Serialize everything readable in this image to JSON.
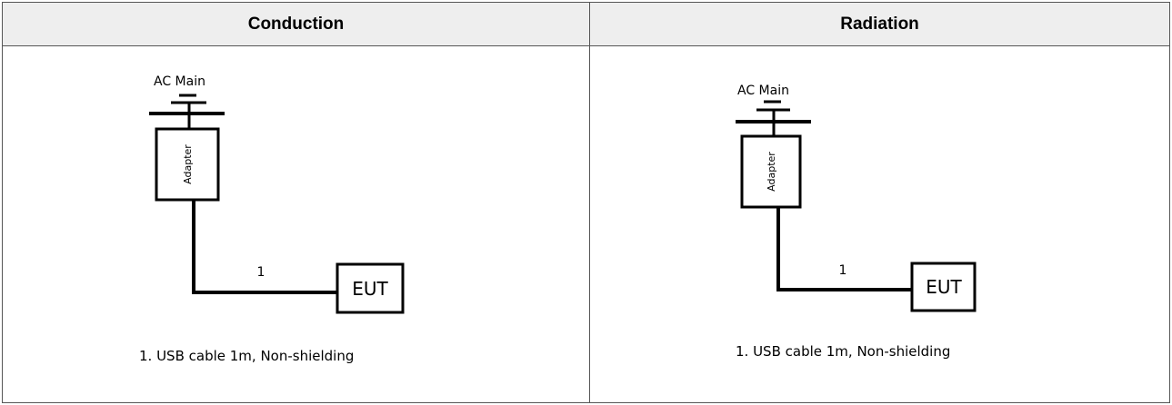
{
  "table": {
    "columns": [
      {
        "heading": "Conduction",
        "diagram": {
          "power_label": "AC Main",
          "adapter_label": "Adapter",
          "cable_id": "1",
          "device_label": "EUT",
          "note": "1.  USB cable 1m, Non-shielding"
        }
      },
      {
        "heading": "Radiation",
        "diagram": {
          "power_label": "AC Main",
          "adapter_label": "Adapter",
          "cable_id": "1",
          "device_label": "EUT",
          "note": "1.  USB cable 1m, Non-shielding"
        }
      }
    ]
  },
  "colors": {
    "border": "#555555",
    "header_background": "#eeeeee",
    "line": "#000000"
  }
}
